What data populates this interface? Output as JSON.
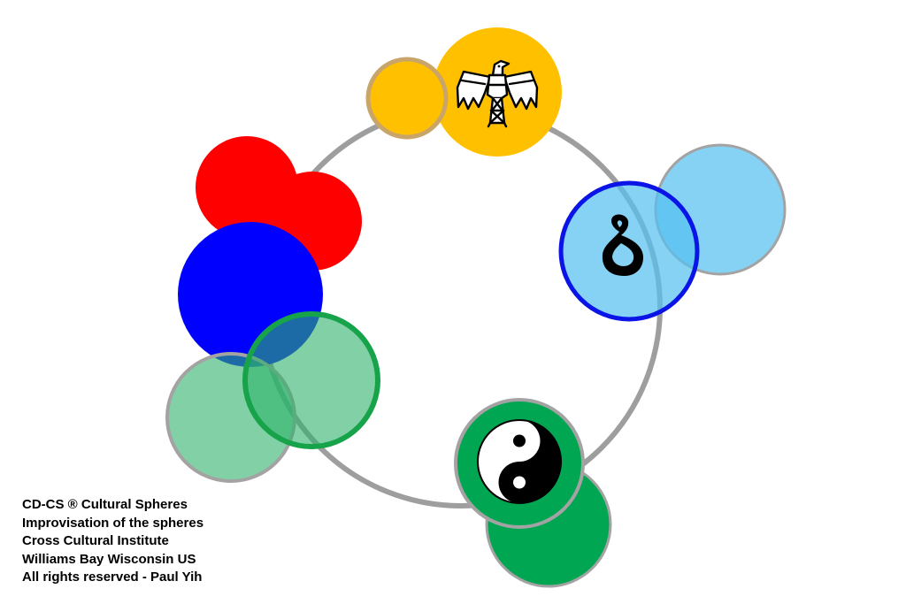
{
  "caption": {
    "lines": [
      "CD-CS ® Cultural Spheres",
      "Improvisation of the spheres",
      "Cross Cultural Institute",
      "Williams Bay  Wisconsin US",
      "All rights reserved - Paul Yih"
    ]
  },
  "colors": {
    "background": "#ffffff",
    "ring": "#9e9e9e",
    "gold": "#ffc000",
    "gold_border": "#c9a56a",
    "red": "#ff0000",
    "blue": "#0000ff",
    "light_blue": "#84d4f6",
    "blue_ring": "#0a14e6",
    "light_green": "#80cfa8",
    "green": "#00a651",
    "green_ring": "#16a34a",
    "grey_border": "#a3a3a3",
    "black": "#000000",
    "white": "#ffffff"
  },
  "icons": {
    "thunderbird": "thunderbird-icon",
    "koru": "koru-icon",
    "yin_yang": "yin-yang-icon"
  }
}
